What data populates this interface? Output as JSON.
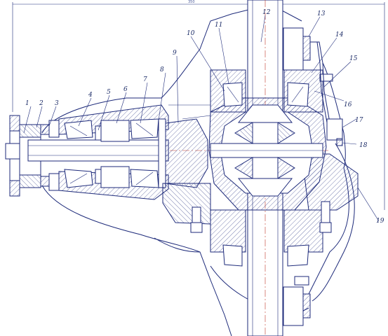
{
  "drawing": {
    "overall_dimension": "350",
    "callouts": [
      {
        "n": "1"
      },
      {
        "n": "2"
      },
      {
        "n": "3"
      },
      {
        "n": "4"
      },
      {
        "n": "5"
      },
      {
        "n": "6"
      },
      {
        "n": "7"
      },
      {
        "n": "8"
      },
      {
        "n": "9"
      },
      {
        "n": "10"
      },
      {
        "n": "11"
      },
      {
        "n": "12"
      },
      {
        "n": "13"
      },
      {
        "n": "14"
      },
      {
        "n": "15"
      },
      {
        "n": "16"
      },
      {
        "n": "17"
      },
      {
        "n": "18"
      },
      {
        "n": "19"
      }
    ]
  }
}
